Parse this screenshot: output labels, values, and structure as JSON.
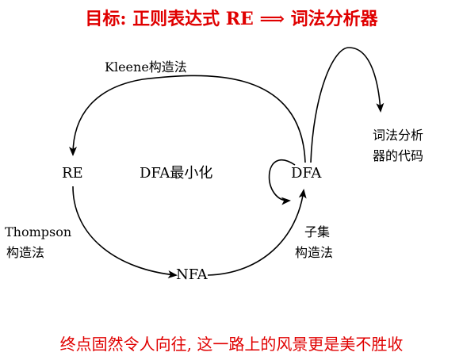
{
  "title": "目标: 正则表达式 RE ⟹ 词法分析器",
  "caption": "终点固然令人向往, 这一路上的风景更是美不胜收",
  "colors": {
    "accent": "#e00000",
    "ink": "#000000"
  },
  "nodes": {
    "re": "RE",
    "dfa": "DFA",
    "nfa": "NFA",
    "center": "DFA最小化"
  },
  "edges": {
    "kleene": "Kleene构造法",
    "thompson_line1": "Thompson",
    "thompson_line2": "构造法",
    "subset_line1": "子集",
    "subset_line2": "构造法",
    "output_line1": "词法分析",
    "output_line2": "器的代码"
  }
}
